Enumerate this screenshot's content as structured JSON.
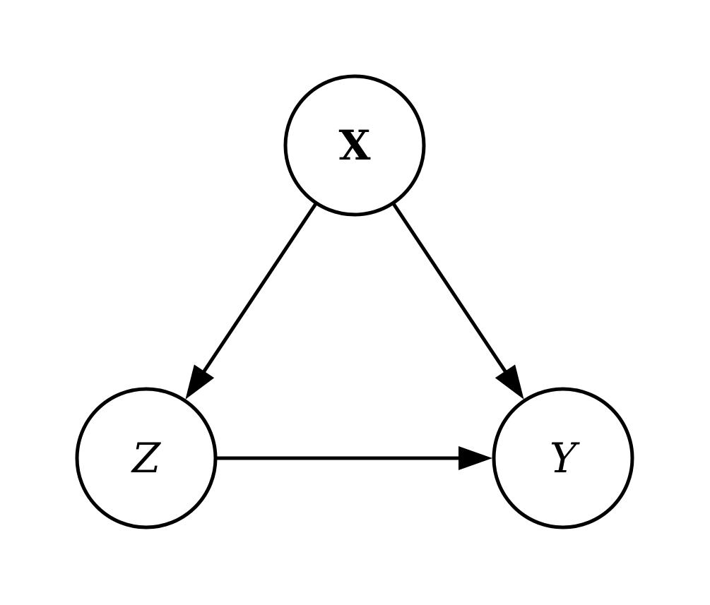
{
  "nodes": [
    {
      "id": "x",
      "label": "X",
      "style": "bold"
    },
    {
      "id": "z",
      "label": "Z",
      "style": "italic"
    },
    {
      "id": "y",
      "label": "Y",
      "style": "italic"
    }
  ],
  "edges": [
    {
      "from": "x",
      "to": "z"
    },
    {
      "from": "x",
      "to": "y"
    },
    {
      "from": "z",
      "to": "y"
    }
  ],
  "colors": {
    "stroke": "#000000",
    "background": "#ffffff"
  }
}
